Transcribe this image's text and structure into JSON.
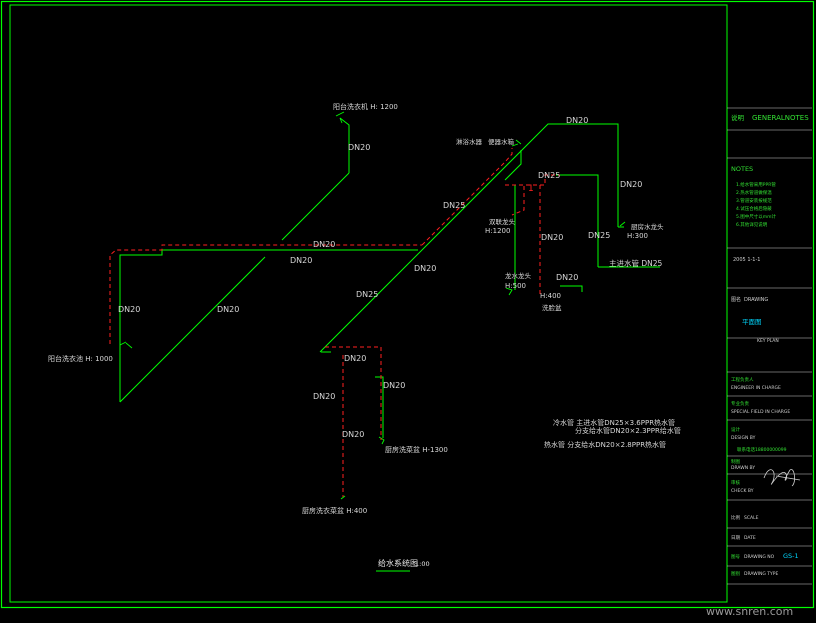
{
  "colors": {
    "background": "#000000",
    "frame": "#00ff00",
    "pipe_cold": "#00ff00",
    "pipe_hot": "#ff2020",
    "text": "#d8d8d8",
    "titleblock_accent": "#00d8ff"
  },
  "drawing": {
    "title": "给水系统图",
    "title_scale": "1:00"
  },
  "pipe_labels": [
    "DN20",
    "DN20",
    "DN20",
    "DN20",
    "DN20",
    "DN20",
    "DN20",
    "DN20",
    "DN20",
    "DN20",
    "DN20",
    "DN20",
    "DN20",
    "DN20",
    "DN25",
    "DN25",
    "DN25",
    "DN25"
  ],
  "fixtures": {
    "balcony_washer": "阳台洗衣机 H: 1200",
    "balcony_basin": "阳台洗衣池 H: 1000",
    "shower": "淋浴水器",
    "toilet_tank": "便器水箱",
    "mixer": "双联龙头",
    "mixer_h": "H:1200",
    "basin_tap": "龙水龙头",
    "basin_h": "H:500",
    "wash_basin": "洗脸盆",
    "wash_h": "H:400",
    "kitchen_tap": "厨房水龙头",
    "kitchen_h": "H:300",
    "main_supply": "主进水管 DN25",
    "kitchen_sink": "厨房洗菜盆 H-1300",
    "kitchen_basin": "厨房洗衣菜盆 H:400",
    "marker": "1"
  },
  "notes": {
    "line1": "冷水管  主进水管DN25×3.6PPR热水管",
    "line2": "分支给水管DN20×2.3PPR给水管",
    "line3": "热水管  分支给水DN20×2.8PPR热水管"
  },
  "titleblock": {
    "general_notes_cn": "说明",
    "general_notes": "GENERALNOTES",
    "notes_heading": "NOTES",
    "notes_lines": [
      "1.给水管采用PPR管",
      "2.热水管道做保温",
      "3.管道安装按规范",
      "4.试压合格后隐蔽",
      "5.图中尺寸以mm计",
      "6.其他详见说明"
    ],
    "date": "2005  1-1-1",
    "drawing_cn": "图名",
    "drawing": "DRAWING",
    "drawing_name": "平面图",
    "key_plan": "KEY PLAN",
    "engineer_cn": "工程负责人",
    "engineer": "ENGINEER IN CHARGE",
    "special_cn": "专业负责",
    "special": "SPECIAL FIELD IN CHARGE",
    "design_cn": "设计",
    "design": "DESIGN BY",
    "design_phone": "联系电话18800000099",
    "drawn_cn": "制图",
    "drawn": "DRAWN BY",
    "check_cn": "审核",
    "check": "CHECK BY",
    "scale_cn": "比例",
    "scale": "SCALE",
    "date_cn": "日期",
    "date_label": "DATE",
    "drawing_no_cn": "图号",
    "drawing_no": "DRAWING NO",
    "drawing_no_value": "GS-1",
    "type_cn": "图别",
    "type": "DRAWING TYPE"
  },
  "watermark": "www.snren.com"
}
